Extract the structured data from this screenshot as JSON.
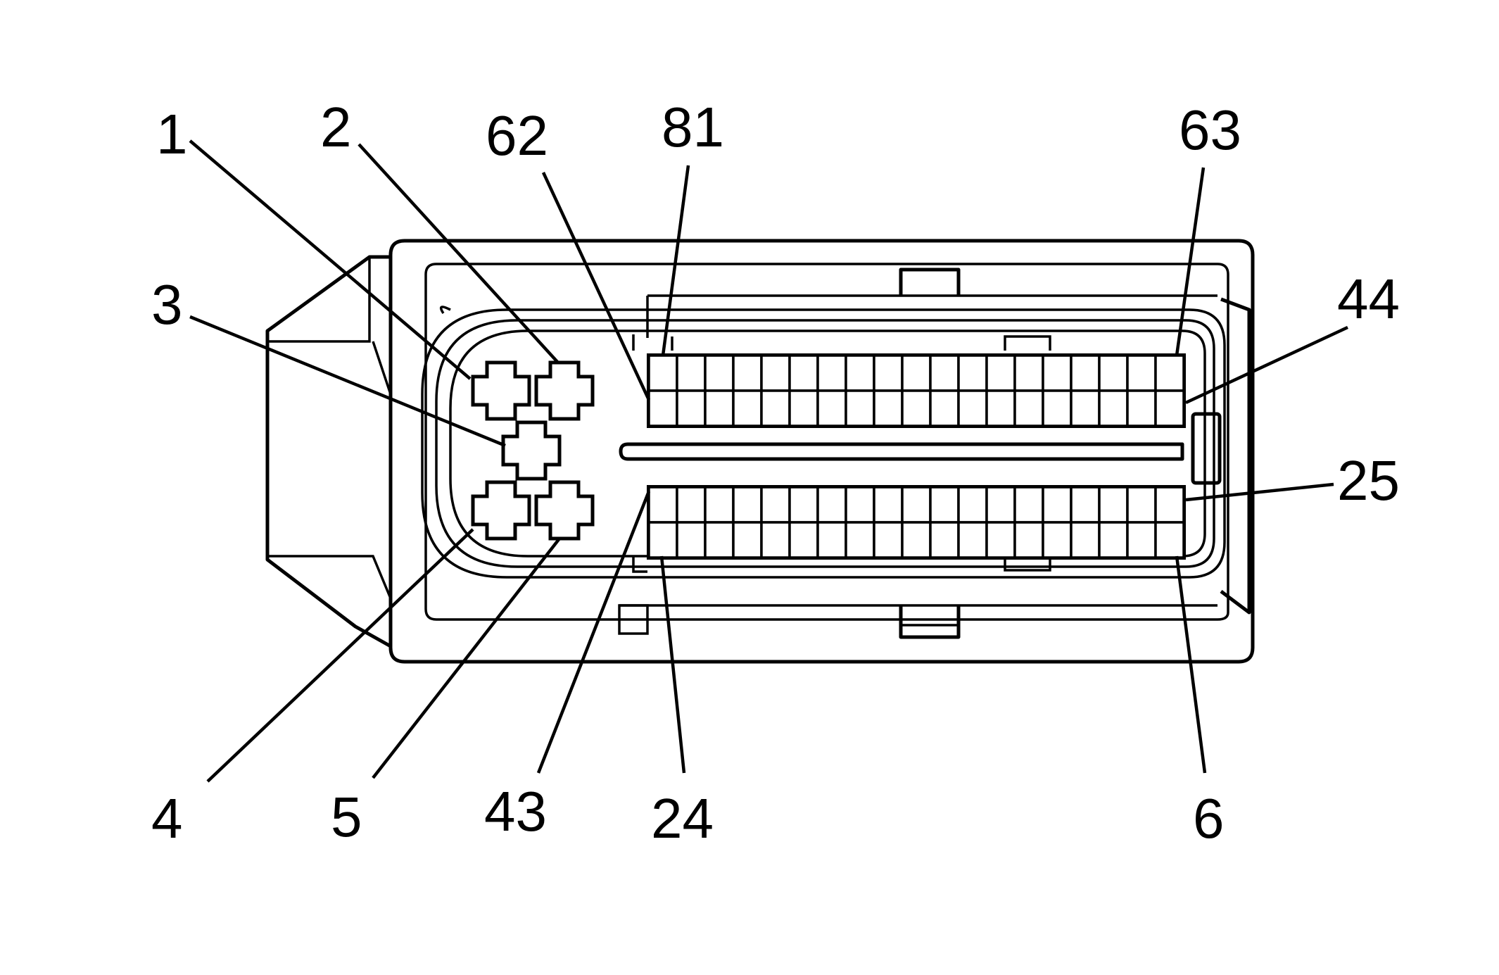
{
  "diagram": {
    "labels": {
      "p1": "1",
      "p2": "2",
      "p3": "3",
      "p4": "4",
      "p5": "5",
      "p62": "62",
      "p81": "81",
      "p63": "63",
      "p44": "44",
      "p25": "25",
      "p43": "43",
      "p24": "24",
      "p6": "6"
    }
  }
}
